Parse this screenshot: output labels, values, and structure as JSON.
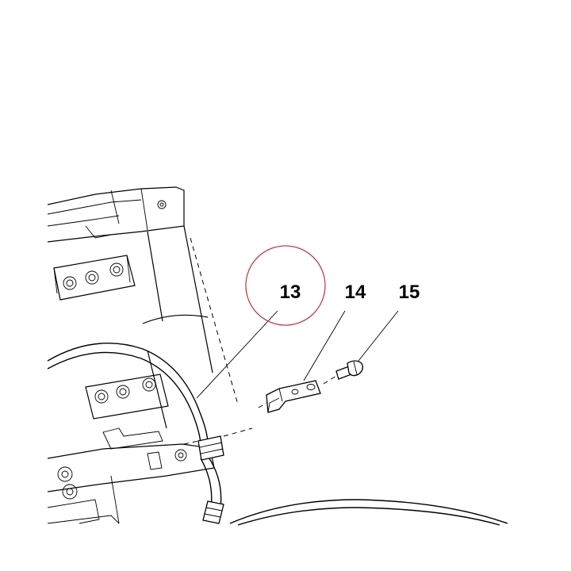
{
  "diagram": {
    "callouts": [
      {
        "id": "13",
        "label": "13",
        "highlighted": true
      },
      {
        "id": "14",
        "label": "14",
        "highlighted": false
      },
      {
        "id": "15",
        "label": "15",
        "highlighted": false
      }
    ],
    "highlight_color": "#c0404a",
    "line_color": "#000000",
    "background": "#ffffff"
  }
}
